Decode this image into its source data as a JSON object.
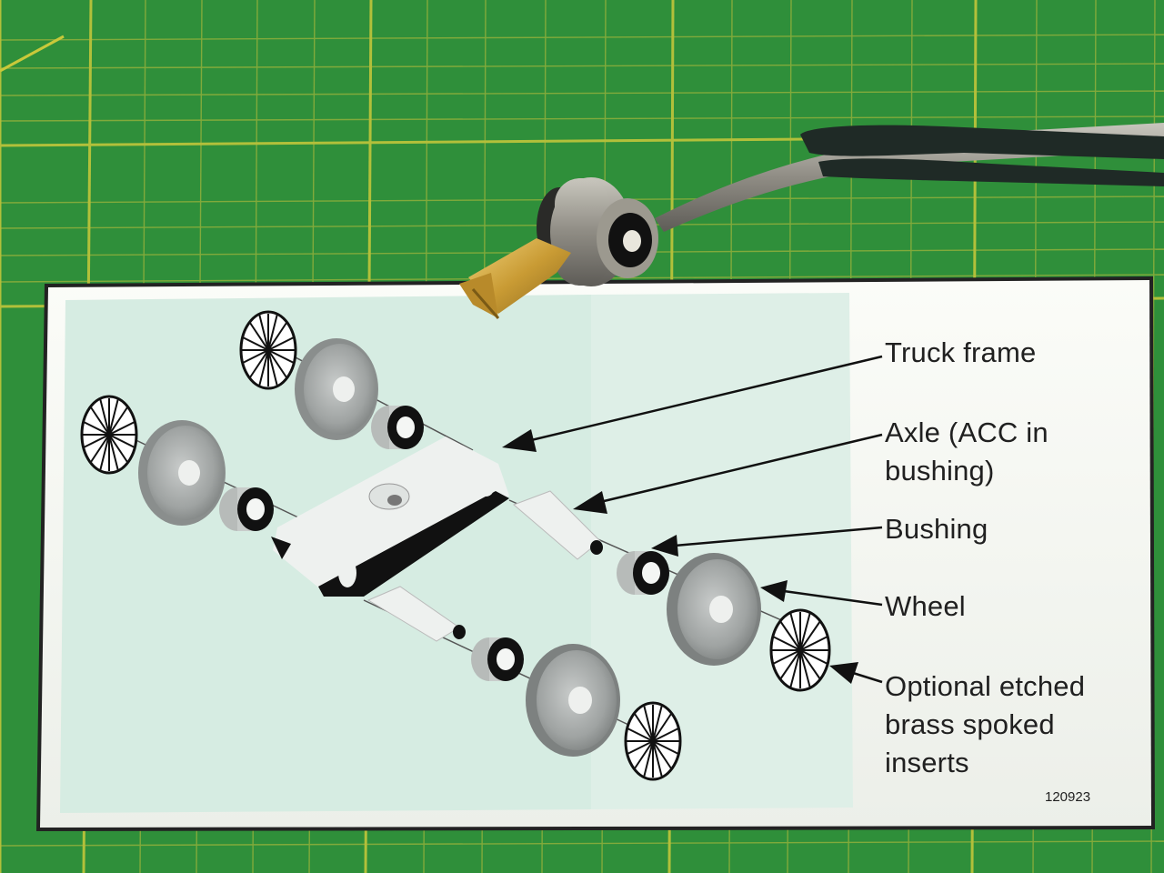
{
  "diagram": {
    "labels": {
      "truck_frame": "Truck frame",
      "axle_line1": "Axle (ACC in",
      "axle_line2": "bushing)",
      "bushing": "Bushing",
      "wheel": "Wheel",
      "inserts_line1": "Optional etched",
      "inserts_line2": "brass spoked",
      "inserts_line3": "inserts"
    },
    "part_code": "120923"
  },
  "colors": {
    "cutting_mat": "#2f8f3a",
    "grid_line": "#c9c93a",
    "paper": "#f7f8f4",
    "diagram_bg": "#d8ece3",
    "part_gray": "#9a9d9c",
    "part_dark": "#1c1c1c"
  }
}
